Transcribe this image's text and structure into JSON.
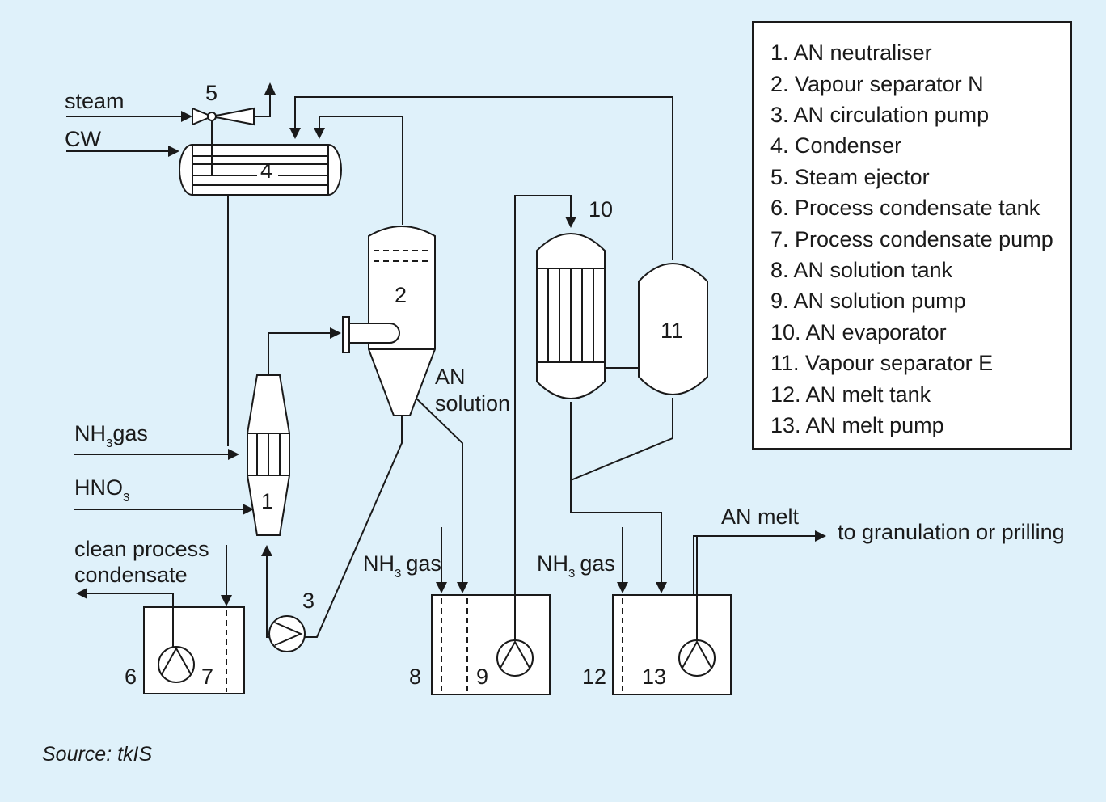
{
  "legend": {
    "items": [
      "1. AN neutraliser",
      "2. Vapour separator N",
      "3. AN circulation pump",
      "4. Condenser",
      "5. Steam ejector",
      "6. Process condensate tank",
      "7. Process condensate pump",
      "8. AN solution tank",
      "9. AN solution pump",
      "10. AN evaporator",
      "11. Vapour separator E",
      "12. AN melt tank",
      "13. AN melt pump"
    ]
  },
  "streams": {
    "steam": "steam",
    "cw": "CW",
    "nh3_gas_main": "NH",
    "nh3_gas_main_sub": "3",
    "nh3_gas_main_suffix": "gas",
    "hno3": "HNO",
    "hno3_sub": "3",
    "clean_condensate_line1": "clean process",
    "clean_condensate_line2": "condensate",
    "an_solution_line1": "AN",
    "an_solution_line2": "solution",
    "nh3_gas_tank8": "NH",
    "nh3_gas_tank8_sub": "3",
    "nh3_gas_tank8_suffix": "gas",
    "nh3_gas_tank12": "NH",
    "nh3_gas_tank12_sub": "3",
    "nh3_gas_tank12_suffix": "gas",
    "an_melt": "AN melt",
    "to_granulation": "to granulation or prilling"
  },
  "equipment_numbers": {
    "n1": "1",
    "n2": "2",
    "n3": "3",
    "n4": "4",
    "n5": "5",
    "n6": "6",
    "n7": "7",
    "n8": "8",
    "n9": "9",
    "n10": "10",
    "n11": "11",
    "n12": "12",
    "n13": "13"
  },
  "source": "Source: tkIS"
}
